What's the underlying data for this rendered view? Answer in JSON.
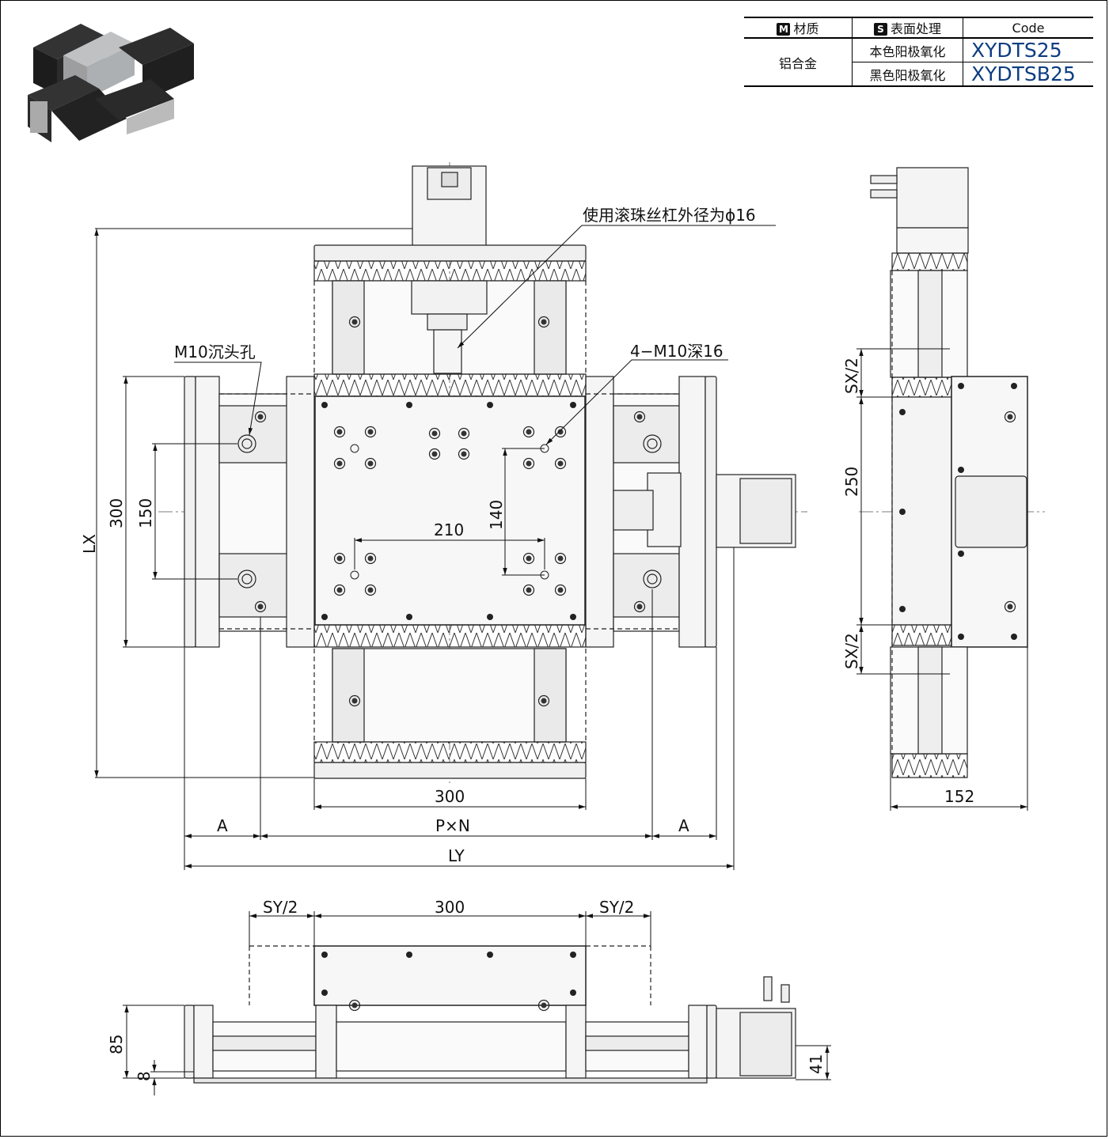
{
  "table": {
    "header": {
      "material_badge": "M",
      "material_label": "材质",
      "surface_badge": "S",
      "surface_label": "表面处理",
      "code_label": "Code"
    },
    "material": "铝合金",
    "rows": [
      {
        "surface": "本色阳极氧化",
        "code": "XYDTS25"
      },
      {
        "surface": "黑色阳极氧化",
        "code": "XYDTSB25"
      }
    ]
  },
  "annotations": {
    "ball_screw": "使用滚珠丝杠外径为ϕ16",
    "counterbore": "M10沉头孔",
    "tapped": "4−M10深16"
  },
  "dimensions": {
    "lx": "LX",
    "h300": "300",
    "h150": "150",
    "d210": "210",
    "d140": "140",
    "top300": "300",
    "a_left": "A",
    "pxn": "P×N",
    "a_right": "A",
    "ly": "LY",
    "sx2_top": "SX/2",
    "side250": "250",
    "sx2_bottom": "SX/2",
    "side152": "152",
    "sy2_left": "SY/2",
    "front300": "300",
    "sy2_right": "SY/2",
    "front85": "85",
    "front8": "8",
    "front41": "41"
  }
}
